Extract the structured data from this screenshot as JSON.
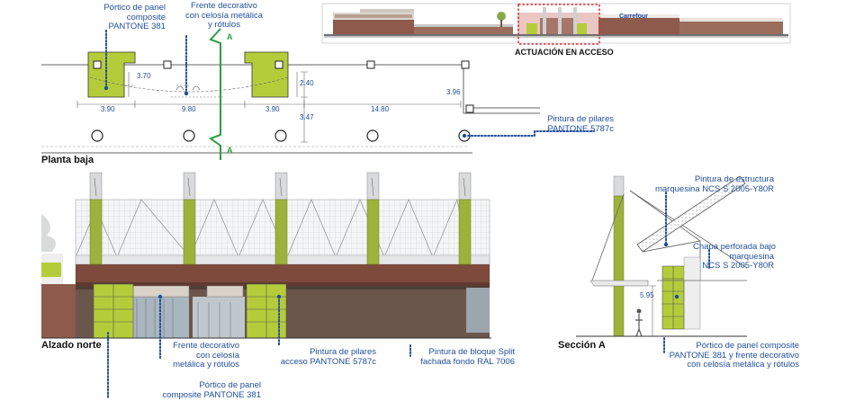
{
  "colors": {
    "accent_blue": "#1f4e9a",
    "composite_green": "#b5cc3a",
    "pillar_green": "#9cb23a",
    "section_line_green": "#2e9e3e",
    "brick_brown": "#7d4a3c",
    "block_brown": "#6b564c",
    "highlight_red": "#e0303a"
  },
  "titles": {
    "planta": "Planta baja",
    "alzado": "Alzado norte",
    "seccion": "Sección A",
    "actuacion": "ACTUACIÓN EN ACCESO"
  },
  "store_sign": "Carrefour",
  "section_marks": {
    "top": "A",
    "bottom": "A"
  },
  "dimensions": {
    "d370": "3.70",
    "d240": "2.40",
    "d396": "3.96",
    "d347": "3.47",
    "d390a": "3.90",
    "d980": "9.80",
    "d390b": "3.90",
    "d1480": "14.80",
    "d595": "5.95"
  },
  "notes": {
    "portico_top": "Pórtico de panel\ncomposite\nPANTONE 381",
    "frente_top": "Frente decorativo\ncon celosía metálica\ny rótulos",
    "pilares_plan": "Pintura de pilares\nPANTONE 5787c",
    "estructura": "Pintura de estructura\nmarquesina NCS S 2005-Y80R",
    "chapa": "Chapa perforada bajo\nmarquesina\nNCS S 2005-Y80R",
    "portico_sec": "Pórtico de panel composite\nPANTONE 381 y frente decorativo\ncon celosía metálica y rótulos",
    "frente_alz": "Frente decorativo\ncon celosía\nmetálica y rótulos",
    "pilares_alz": "Pintura de pilares\nacceso PANTONE 5787c",
    "bloque": "Pintura de bloque Split\nfachada fondo RAL 7006",
    "portico_alz": "Pórtico de panel\ncomposite PANTONE 381"
  }
}
